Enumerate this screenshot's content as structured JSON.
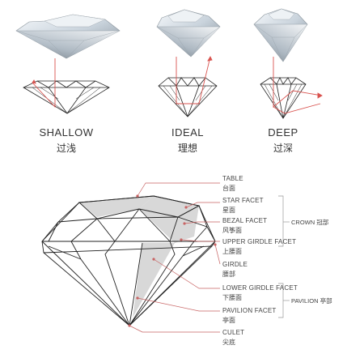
{
  "cuts": [
    {
      "label": "SHALLOW",
      "label_zh": "过浅"
    },
    {
      "label": "IDEAL",
      "label_zh": "理想"
    },
    {
      "label": "DEEP",
      "label_zh": "过深"
    }
  ],
  "parts": [
    {
      "label": "TABLE",
      "label_zh": "台面"
    },
    {
      "label": "STAR FACET",
      "label_zh": "星面"
    },
    {
      "label": "BEZAL FACET",
      "label_zh": "风筝面"
    },
    {
      "label": "UPPER GIRDLE FACET",
      "label_zh": "上腰面"
    },
    {
      "label": "GIRDLE",
      "label_zh": "腰部"
    },
    {
      "label": "LOWER GIRDLE FACET",
      "label_zh": "下腰面"
    },
    {
      "label": "PAVILION FACET",
      "label_zh": "亭面"
    },
    {
      "label": "CULET",
      "label_zh": "尖底"
    }
  ],
  "groups": {
    "crown": "CROWN 冠部",
    "pavilion": "PAVILION 亭部"
  },
  "colors": {
    "leader_line": "#c86464",
    "light_ray": "#d9534f",
    "outline": "#222222",
    "shaded_facet": "#d8d8d8"
  }
}
